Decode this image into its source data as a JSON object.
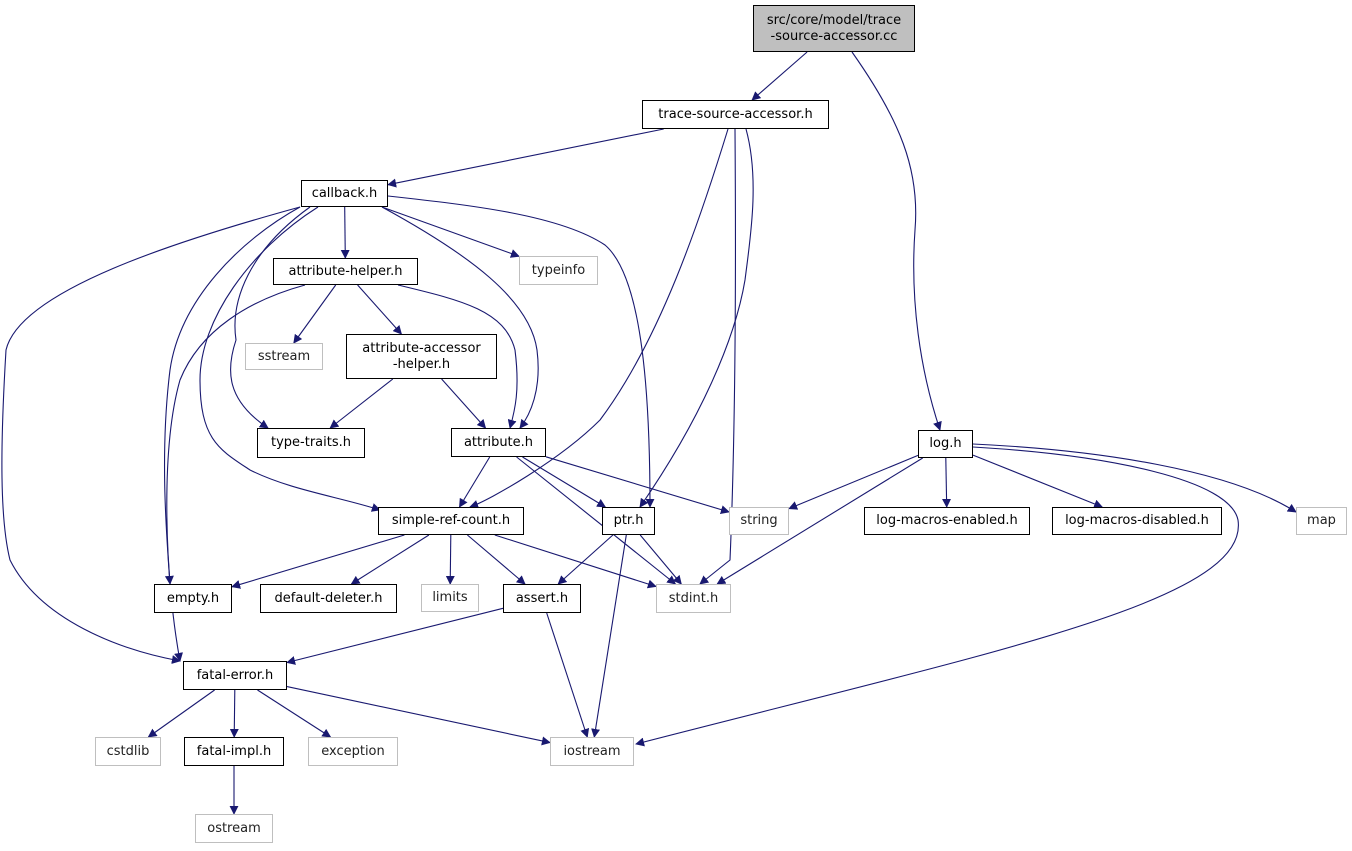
{
  "colors": {
    "edge": "#191970",
    "root_fill": "#bfbfbf",
    "external_border": "#bfbfbf",
    "node_border": "#000000"
  },
  "nodes": {
    "root": {
      "lines": [
        "src/core/model/trace",
        "-source-accessor.cc"
      ],
      "kind": "root"
    },
    "tsa": {
      "lines": [
        "trace-source-accessor.h"
      ],
      "kind": "local"
    },
    "callback": {
      "lines": [
        "callback.h"
      ],
      "kind": "local"
    },
    "typeinfo": {
      "lines": [
        "typeinfo"
      ],
      "kind": "external"
    },
    "attrhelper": {
      "lines": [
        "attribute-helper.h"
      ],
      "kind": "local"
    },
    "sstream": {
      "lines": [
        "sstream"
      ],
      "kind": "external"
    },
    "attraccessor": {
      "lines": [
        "attribute-accessor",
        "-helper.h"
      ],
      "kind": "local"
    },
    "typetraits": {
      "lines": [
        "type-traits.h"
      ],
      "kind": "local"
    },
    "attribute": {
      "lines": [
        "attribute.h"
      ],
      "kind": "local"
    },
    "log": {
      "lines": [
        "log.h"
      ],
      "kind": "local"
    },
    "simpleref": {
      "lines": [
        "simple-ref-count.h"
      ],
      "kind": "local"
    },
    "ptr": {
      "lines": [
        "ptr.h"
      ],
      "kind": "local"
    },
    "string": {
      "lines": [
        "string"
      ],
      "kind": "external"
    },
    "logen": {
      "lines": [
        "log-macros-enabled.h"
      ],
      "kind": "local"
    },
    "logdis": {
      "lines": [
        "log-macros-disabled.h"
      ],
      "kind": "local"
    },
    "map": {
      "lines": [
        "map"
      ],
      "kind": "external"
    },
    "empty": {
      "lines": [
        "empty.h"
      ],
      "kind": "local"
    },
    "deleter": {
      "lines": [
        "default-deleter.h"
      ],
      "kind": "local"
    },
    "limits": {
      "lines": [
        "limits"
      ],
      "kind": "external"
    },
    "assert": {
      "lines": [
        "assert.h"
      ],
      "kind": "local"
    },
    "stdint": {
      "lines": [
        "stdint.h"
      ],
      "kind": "external"
    },
    "fatalerr": {
      "lines": [
        "fatal-error.h"
      ],
      "kind": "local"
    },
    "cstdlib": {
      "lines": [
        "cstdlib"
      ],
      "kind": "external"
    },
    "fatalimpl": {
      "lines": [
        "fatal-impl.h"
      ],
      "kind": "local"
    },
    "exception": {
      "lines": [
        "exception"
      ],
      "kind": "external"
    },
    "iostream": {
      "lines": [
        "iostream"
      ],
      "kind": "external"
    },
    "ostream": {
      "lines": [
        "ostream"
      ],
      "kind": "external"
    }
  },
  "edges": [
    [
      "root",
      "tsa"
    ],
    [
      "root",
      "log"
    ],
    [
      "tsa",
      "callback"
    ],
    [
      "tsa",
      "simpleref"
    ],
    [
      "tsa",
      "ptr"
    ],
    [
      "tsa",
      "stdint"
    ],
    [
      "callback",
      "attrhelper"
    ],
    [
      "callback",
      "typeinfo"
    ],
    [
      "callback",
      "attribute"
    ],
    [
      "callback",
      "typetraits"
    ],
    [
      "callback",
      "simpleref"
    ],
    [
      "callback",
      "ptr"
    ],
    [
      "callback",
      "empty"
    ],
    [
      "callback",
      "fatalerr"
    ],
    [
      "attrhelper",
      "sstream"
    ],
    [
      "attrhelper",
      "attraccessor"
    ],
    [
      "attrhelper",
      "attribute"
    ],
    [
      "attrhelper",
      "fatalerr"
    ],
    [
      "attraccessor",
      "typetraits"
    ],
    [
      "attraccessor",
      "attribute"
    ],
    [
      "attribute",
      "simpleref"
    ],
    [
      "attribute",
      "ptr"
    ],
    [
      "attribute",
      "string"
    ],
    [
      "attribute",
      "stdint"
    ],
    [
      "log",
      "string"
    ],
    [
      "log",
      "stdint"
    ],
    [
      "log",
      "logen"
    ],
    [
      "log",
      "logdis"
    ],
    [
      "log",
      "map"
    ],
    [
      "log",
      "iostream"
    ],
    [
      "simpleref",
      "empty"
    ],
    [
      "simpleref",
      "deleter"
    ],
    [
      "simpleref",
      "limits"
    ],
    [
      "simpleref",
      "assert"
    ],
    [
      "simpleref",
      "stdint"
    ],
    [
      "ptr",
      "assert"
    ],
    [
      "ptr",
      "stdint"
    ],
    [
      "ptr",
      "iostream"
    ],
    [
      "assert",
      "fatalerr"
    ],
    [
      "assert",
      "iostream"
    ],
    [
      "fatalerr",
      "cstdlib"
    ],
    [
      "fatalerr",
      "fatalimpl"
    ],
    [
      "fatalerr",
      "exception"
    ],
    [
      "fatalerr",
      "iostream"
    ],
    [
      "fatalimpl",
      "ostream"
    ]
  ]
}
